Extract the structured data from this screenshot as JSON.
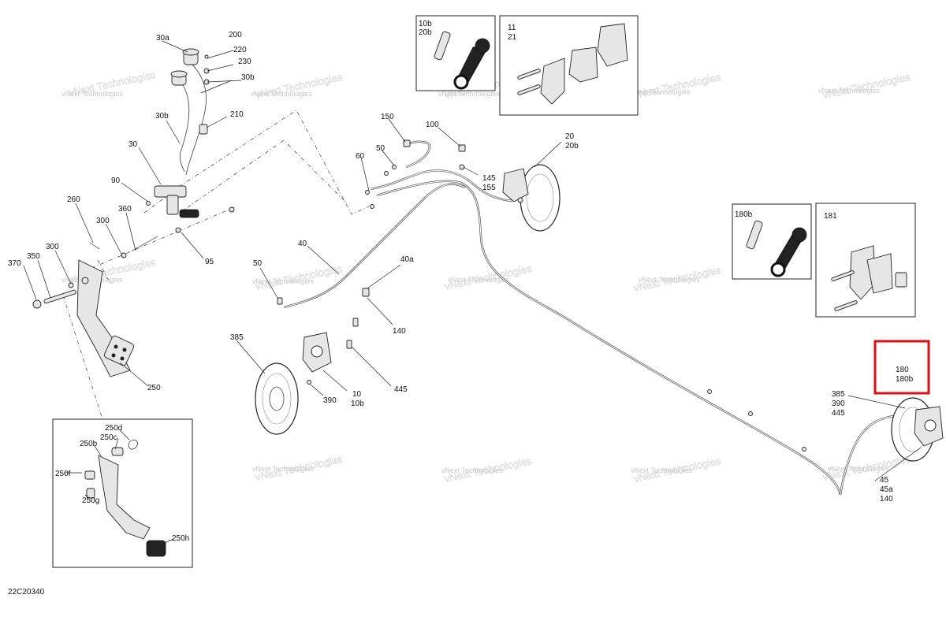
{
  "diagram": {
    "code": "22C20340",
    "highlight_color": "#e01010",
    "watermark_text": "vNext Technologies",
    "labels": {
      "l200": "200",
      "l30a": "30a",
      "l220": "220",
      "l230": "230",
      "l30b_top": "30b",
      "l30b": "30b",
      "l210": "210",
      "l30": "30",
      "l90": "90",
      "l95": "95",
      "l260": "260",
      "l300a": "300",
      "l360": "360",
      "l370": "370",
      "l350": "350",
      "l300b": "300",
      "l250": "250",
      "l250d": "250d",
      "l250c": "250c",
      "l250b": "250b",
      "l250f": "250f",
      "l250g": "250g",
      "l250h": "250h",
      "l10b_box": "10b",
      "l20b_box": "20b",
      "l11": "11",
      "l21": "21",
      "l150": "150",
      "l100": "100",
      "l50a": "50",
      "l60": "60",
      "l20": "20",
      "l20b": "20b",
      "l145": "145",
      "l155": "155",
      "l40": "40",
      "l40a": "40a",
      "l50b": "50",
      "l140a": "140",
      "l385a": "385",
      "l390a": "390",
      "l10": "10",
      "l10b": "10b",
      "l445a": "445",
      "l180b_box": "180b",
      "l181": "181",
      "l180": "180",
      "l180b": "180b",
      "l385b": "385",
      "l390b": "390",
      "l445b": "445",
      "l45": "45",
      "l45a": "45a",
      "l140b": "140"
    }
  }
}
